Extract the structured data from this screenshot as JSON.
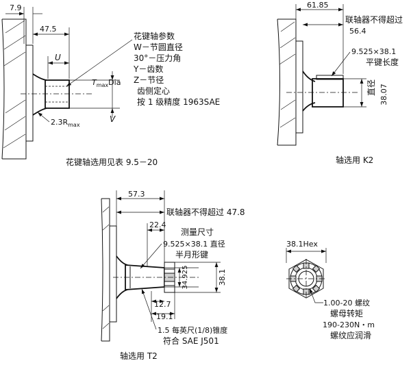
{
  "spline_view": {
    "dim_79": "7.9",
    "dim_475": "47.5",
    "dim_u": "U",
    "t_label": "T",
    "t_sub": "max",
    "t_suffix": "Dia",
    "v_label": "V",
    "radius_prefix": "2.3R",
    "radius_sub": "max",
    "params_title": "花键轴参数",
    "param_w": "W－节圆直径",
    "param_angle": "30°－压力角",
    "param_y": "Y－齿数",
    "param_z": "Z－节径",
    "param_center": "齿侧定心",
    "param_grade": "按 1 级精度 1963SAE",
    "caption": "花键轴选用见表 9.5－20"
  },
  "k2_view": {
    "dim_6185": "61.85",
    "coupling_note": "联轴器不得超过",
    "coupling_value": "56.4",
    "key_dims": "9.525×38.1",
    "key_length": "平键长度",
    "dia_label": "直径",
    "dia_value": "38.07",
    "caption": "轴选用 K2"
  },
  "t2_view": {
    "dim_573": "57.3",
    "coupling_note": "联轴器不得超过 47.8",
    "dim_224": "22.4",
    "measure": "测量尺寸",
    "key_dims": "9.525×38.1 直径",
    "key_type": "半月形键",
    "dim_34925": "34.925",
    "dim_381": "38.1",
    "dim_127": "12.7",
    "dim_191": "19.1",
    "taper_note": "1.5 每英尺(1/8)锥度",
    "taper_std": "符合 SAE J501",
    "caption": "轴选用 T2"
  },
  "nut_view": {
    "hex_size": "38.1Hex",
    "thread": "1.00-20 螺纹",
    "torque_label": "螺母转矩",
    "torque_value": "190-230N・m",
    "lube": "螺纹应润滑"
  }
}
